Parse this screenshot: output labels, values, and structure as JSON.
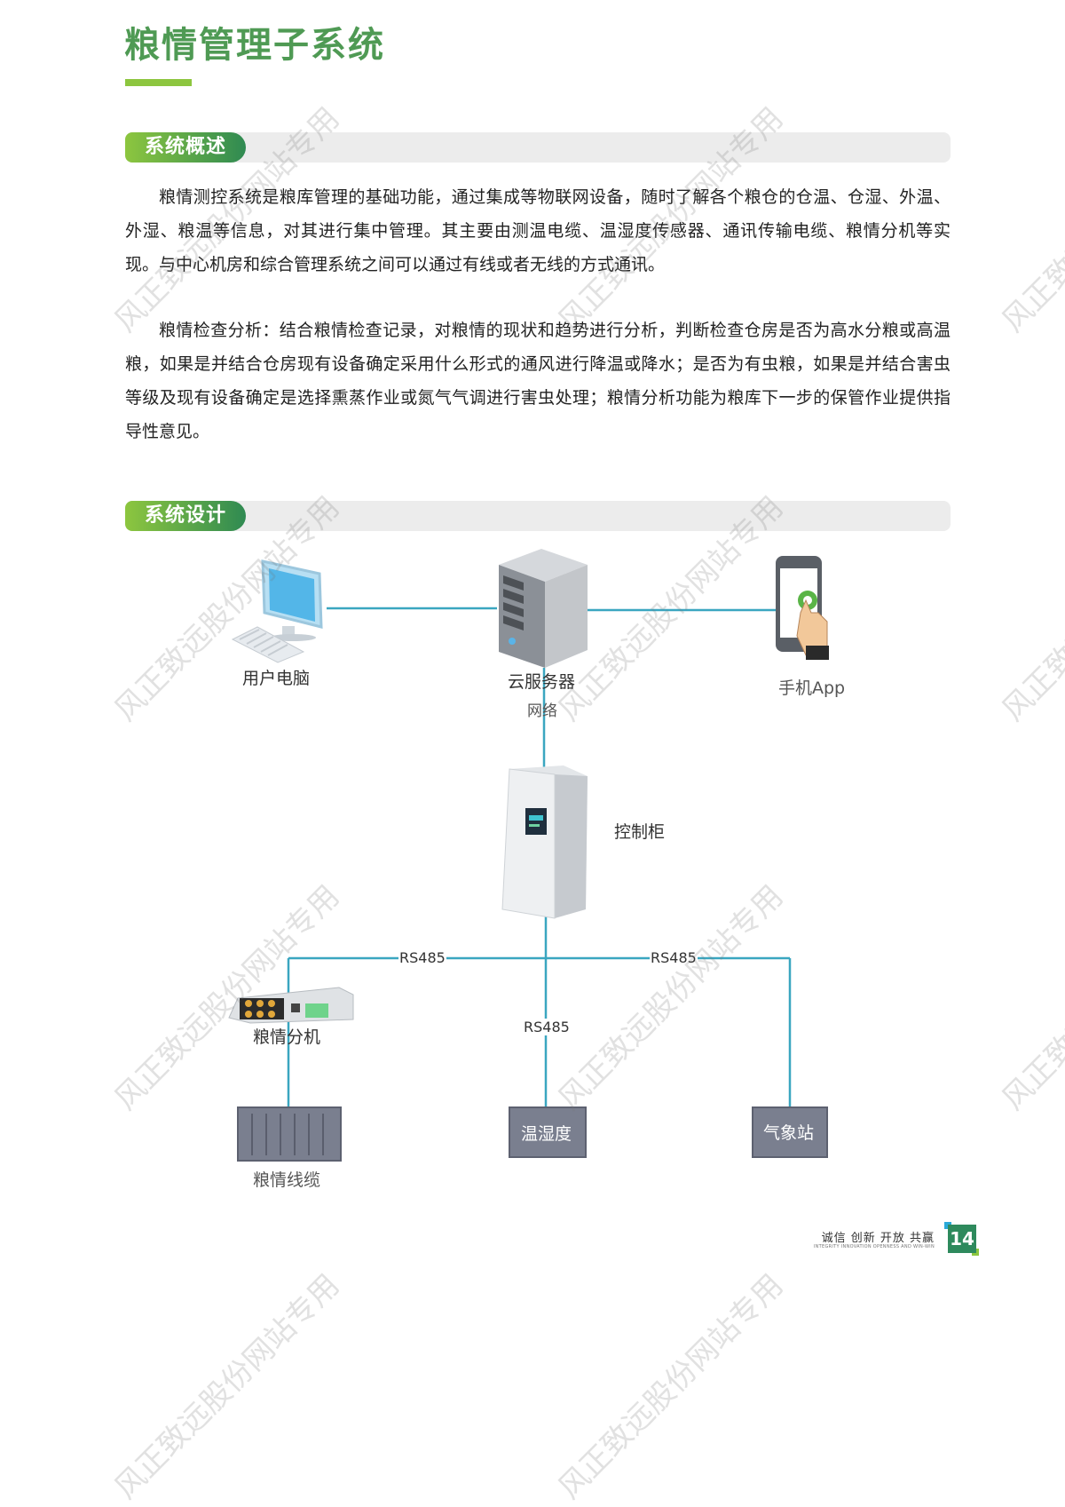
{
  "page": {
    "title": "粮情管理子系统",
    "page_number": "14",
    "slogan": "诚信 创新 开放 共赢",
    "slogan_sub": "INTEGRITY INNOVATION OPENNESS AND WIN-WIN",
    "watermark": "风正致远股份网站专用"
  },
  "sections": [
    {
      "label": "系统概述",
      "paragraphs": [
        "粮情测控系统是粮库管理的基础功能，通过集成等物联网设备，随时了解各个粮仓的仓温、仓湿、外温、外湿、粮温等信息，对其进行集中管理。其主要由测温电缆、温湿度传感器、通讯传输电缆、粮情分机等实现。与中心机房和综合管理系统之间可以通过有线或者无线的方式通讯。",
        "粮情检查分析：结合粮情检查记录，对粮情的现状和趋势进行分析，判断检查仓房是否为高水分粮或高温粮，如果是并结合仓房现有设备确定采用什么形式的通风进行降温或降水；是否为有虫粮，如果是并结合害虫等级及现有设备确定是选择熏蒸作业或氮气气调进行害虫处理；粮情分析功能为粮库下一步的保管作业提供指导性意见。"
      ]
    },
    {
      "label": "系统设计"
    }
  ],
  "diagram": {
    "nodes": {
      "user_pc": "用户电脑",
      "cloud_server": "云服务器",
      "mobile_app": "手机App",
      "network": "网络",
      "control_cabinet": "控制柜",
      "grain_extension": "粮情分机",
      "temp_humidity": "温湿度",
      "weather_station": "气象站",
      "grain_cable": "粮情线缆"
    },
    "links": {
      "rs485_left": "RS485",
      "rs485_right": "RS485",
      "rs485_middle": "RS485"
    },
    "colors": {
      "line": "#3aa6c0",
      "accent": "#4f9a54",
      "box": "#7a7f8f"
    }
  }
}
